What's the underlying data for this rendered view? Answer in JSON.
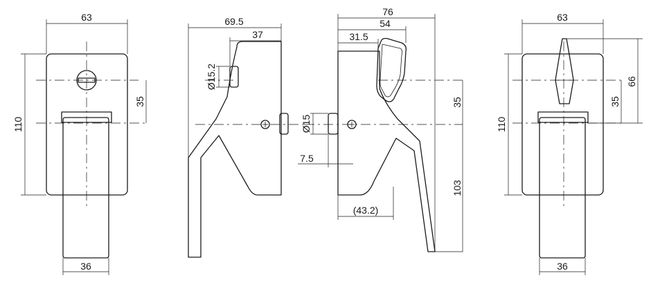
{
  "views": {
    "front_left": {
      "width": "63",
      "height": "110",
      "offset": "35",
      "handle_width": "36"
    },
    "side_left": {
      "depth": "69.5",
      "cap_depth": "37",
      "diameter": "Ø15.2"
    },
    "side_right": {
      "depth": "76",
      "lever_depth": "54",
      "lever_offset": "31.5",
      "offset": "35",
      "diameter": "Ø15",
      "spindle": "7.5",
      "body_depth": "(43.2)",
      "length": "103"
    },
    "front_right": {
      "width": "63",
      "height": "110",
      "offset": "35",
      "lever_height": "66",
      "handle_width": "36"
    }
  }
}
